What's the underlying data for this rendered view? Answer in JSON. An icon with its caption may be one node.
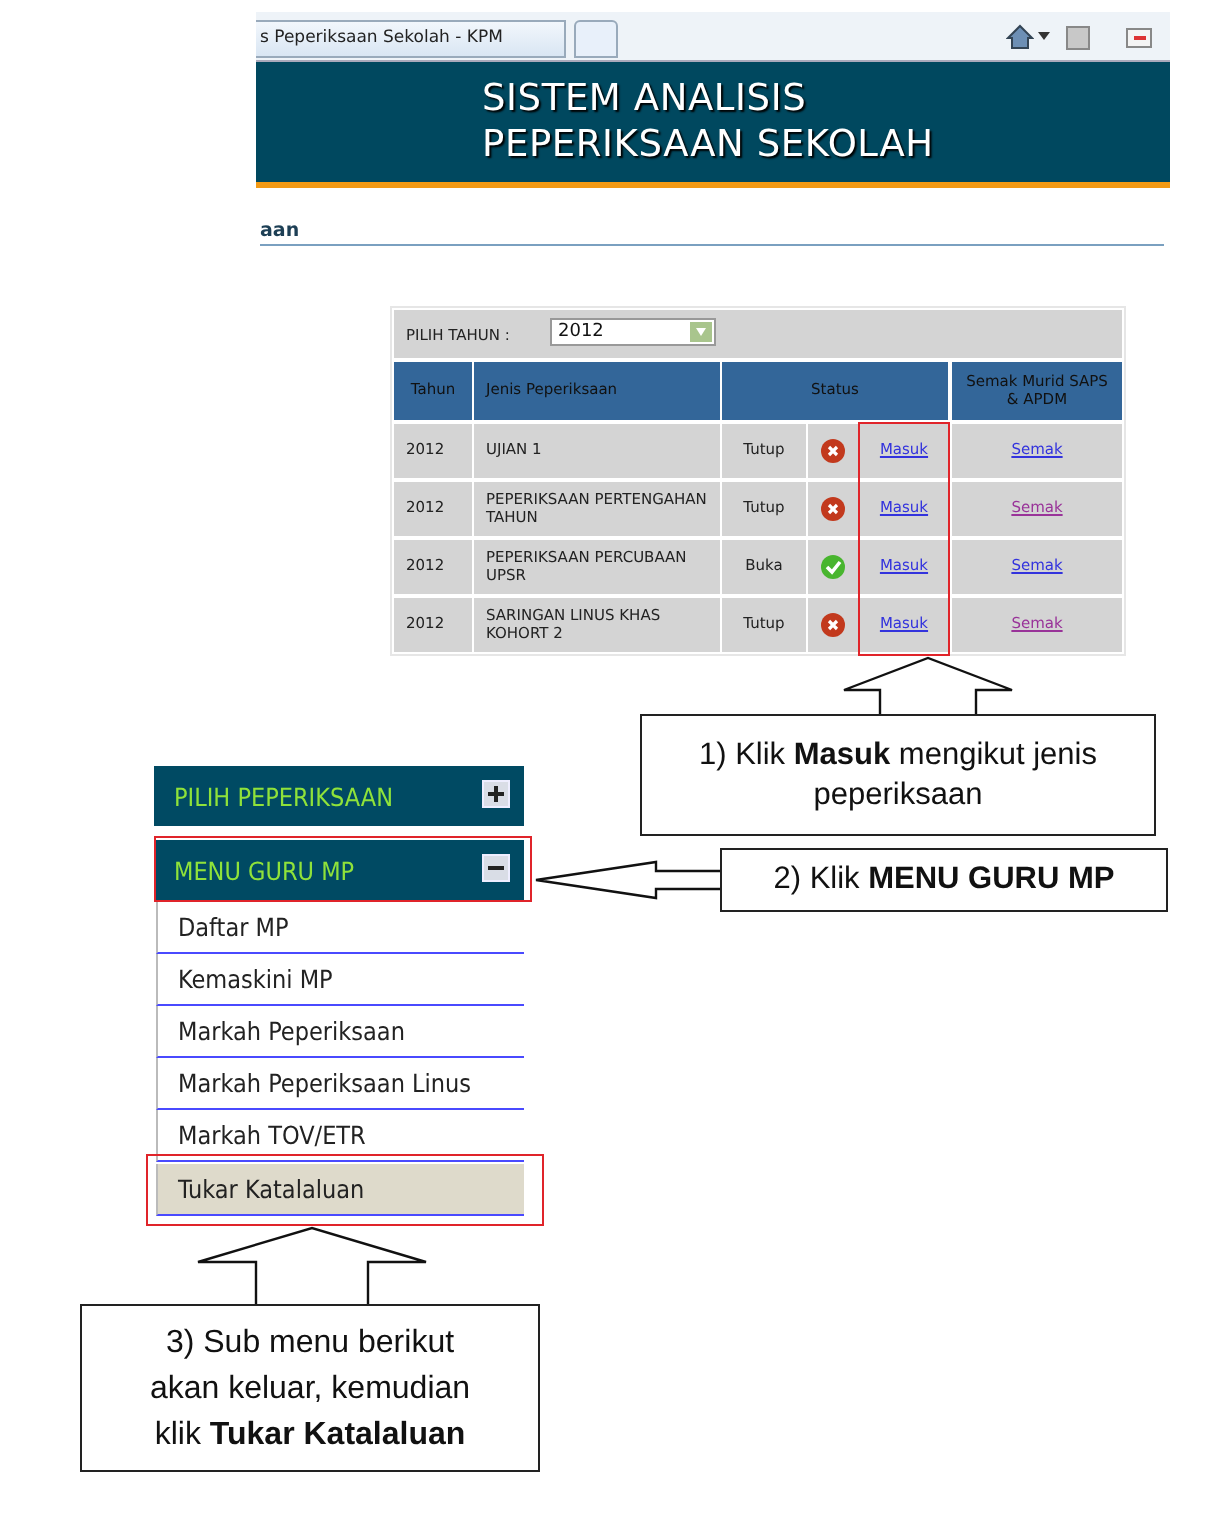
{
  "diagram": {
    "title": "SISTEM ANALISIS PEPERIKSAAN SEKOLAH",
    "nodes": [
      {
        "text": [
          "PILIH PEPERIKSAAN"
        ]
      },
      {
        "text": [
          "MENU GURU MP"
        ]
      },
      {
        "text": [
          "Daftar MP"
        ]
      },
      {
        "text": [
          "Kemaskini MP"
        ]
      },
      {
        "text": [
          "Markah Peperiksaan"
        ]
      },
      {
        "text": [
          "Markah Peperiksaan Linus"
        ]
      },
      {
        "text": [
          "Markah TOV/ETR"
        ]
      },
      {
        "text": [
          "Tukar Katalaluan"
        ]
      },
      {
        "text": [],
        "shape": "box"
      },
      {
        "text": [
          "1) Klik **Masuk** mengikut jenis peperiksaan"
        ]
      },
      {
        "text": [
          "2) Klik **MENU GURU MP**"
        ]
      },
      {
        "text": [
          "3) Sub menu berikut akan keluar, kemudian klik **Tukar Katalaluan**"
        ]
      }
    ],
    "edges": [
      {
        "from": 9,
        "to": 8,
        "arrow": "to"
      },
      {
        "from": 10,
        "to": 1,
        "arrow": "to"
      },
      {
        "from": 11,
        "to": 7,
        "arrow": "to"
      }
    ],
    "labels": [
      "s Peperiksaan Sekolah - KPM",
      "aan",
      "PILIH TAHUN :",
      "2012",
      "Tahun",
      "Jenis Peperiksaan",
      "Status",
      "Semak Murid SAPS & APDM",
      "2012",
      "UJIAN 1",
      "Tutup",
      "Masuk",
      "Semak",
      "2012",
      "PEPERIKSAAN PERTENGAHAN TAHUN",
      "Tutup",
      "Masuk",
      "Semak",
      "2012",
      "PEPERIKSAAN PERCUBAAN UPSR",
      "Buka",
      "Masuk",
      "Semak",
      "2012",
      "SARINGAN LINUS KHAS KOHORT 2",
      "Tutup",
      "Masuk",
      "Semak"
    ]
  }
}
